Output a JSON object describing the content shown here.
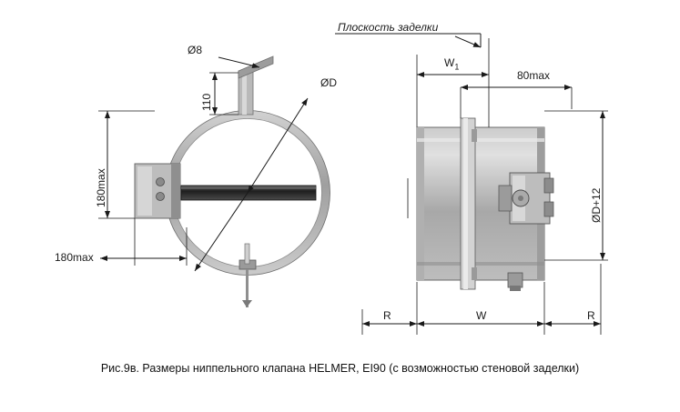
{
  "figure": {
    "caption": "Рис.9в. Размеры ниппельного клапана HELMER, EI90 (с возможностью стеновой заделки)"
  },
  "left_view": {
    "labels": {
      "hole_diameter": "Ø8",
      "height_110": "110",
      "duct_diameter": "ØD",
      "vertical_180max": "180max",
      "horizontal_180max": "180max"
    }
  },
  "right_view": {
    "labels": {
      "seal_plane": "Плоскость заделки",
      "w1": "W",
      "w1_sub": "1",
      "max_80": "80max",
      "outer_diameter": "ØD+12",
      "r_left": "R",
      "w": "W",
      "r_right": "R"
    }
  },
  "colors": {
    "line": "#1a1a1a",
    "body_light": "#d9d9d9",
    "body_mid": "#b3b3b3",
    "body_dark": "#808080",
    "accent_dark": "#333333",
    "background": "#ffffff"
  }
}
